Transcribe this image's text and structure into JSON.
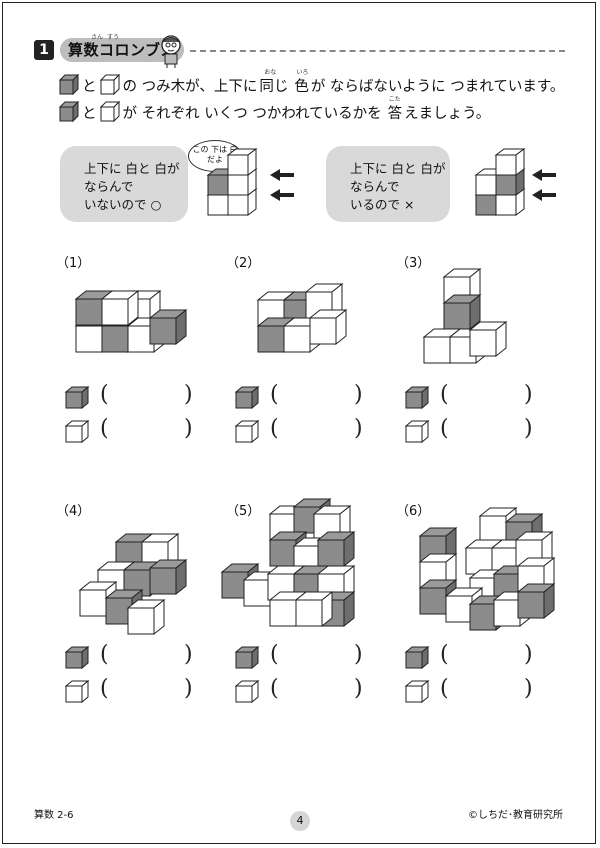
{
  "header": {
    "number": "1",
    "title": "算数コロンブス",
    "title_ruby_1": "さん",
    "title_ruby_2": "すう"
  },
  "instructions": {
    "line1_a": "と",
    "line1_b": "の つみ木が、上下に",
    "line1_same": "同じ",
    "line1_same_ruby": "おな",
    "line1_color": "色",
    "line1_color_ruby": "いろ",
    "line1_c": "が ならばないように つまれています。",
    "line2_a": "と",
    "line2_b": "が それぞれ いくつ つかわれているかを",
    "line2_ans": "答",
    "line2_ans_ruby": "こた",
    "line2_c": "えましょう。"
  },
  "examples": {
    "good": "上下に 白と 白が\nならんで\nいないので ○",
    "bubble": "この 下は\n白だよ",
    "bad": "上下に 白と 白が\nならんで\nいるので ×"
  },
  "problems": [
    {
      "label": "（1）"
    },
    {
      "label": "（2）"
    },
    {
      "label": "（3）"
    },
    {
      "label": "（4）"
    },
    {
      "label": "（5）"
    },
    {
      "label": "（6）"
    }
  ],
  "answer": {
    "open": "(",
    "close": ")"
  },
  "colors": {
    "gray": "#8c8c8c",
    "gray_top": "#9a9a9a",
    "gray_side": "#6e6e6e",
    "white": "#ffffff",
    "callout": "#d9d9d9"
  },
  "footer": {
    "left": "算数 2-6",
    "page": "4",
    "right": "©しちだ･教育研究所"
  }
}
